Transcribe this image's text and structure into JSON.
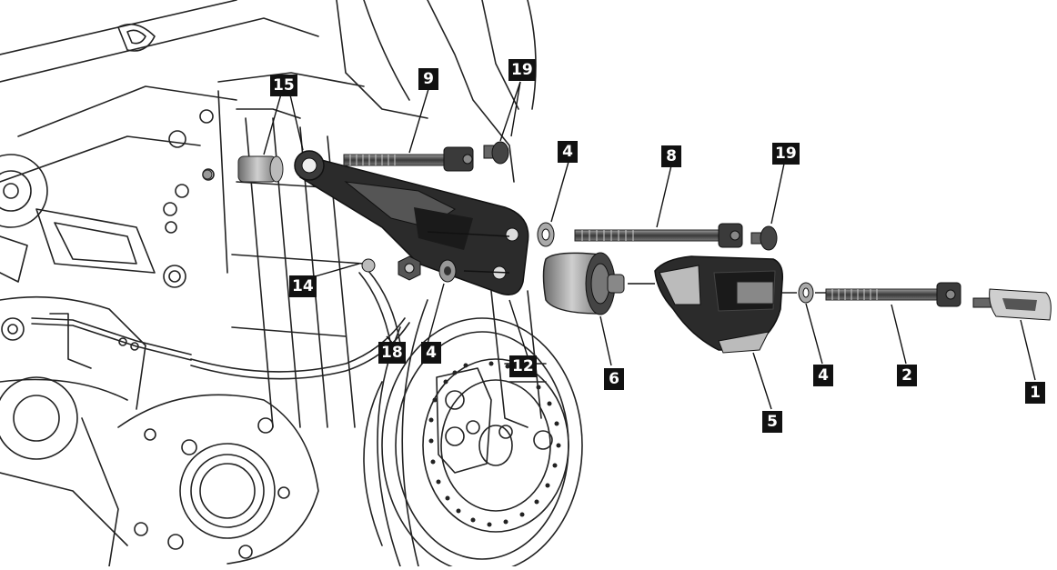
{
  "diagram": {
    "callouts": {
      "c15": "15",
      "c9": "9",
      "c19a": "19",
      "c4a": "4",
      "c8": "8",
      "c19b": "19",
      "c14": "14",
      "c18": "18",
      "c4b": "4",
      "c12": "12",
      "c6": "6",
      "c5": "5",
      "c4c": "4",
      "c2": "2",
      "c1": "1"
    },
    "colors": {
      "line": "#222222",
      "part_dark": "#2b2b2b",
      "part_mid": "#8a8a8a",
      "part_light": "#d4d4d4",
      "callout_bg": "#111111"
    }
  }
}
